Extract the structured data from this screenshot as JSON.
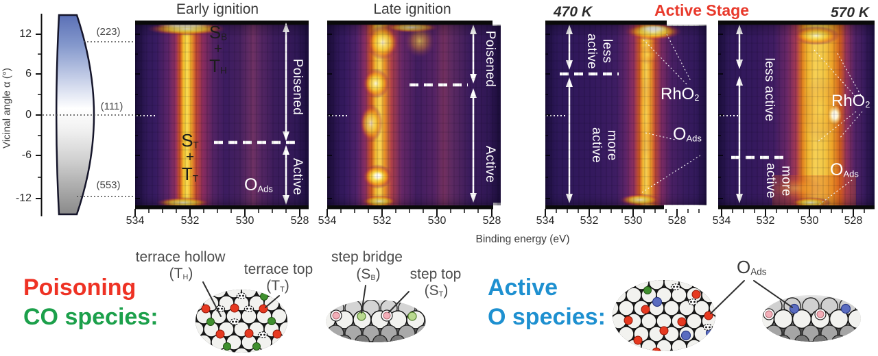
{
  "figure": {
    "ylabel": "Vicinal angle α (°)",
    "yticks": [
      "12",
      "6",
      "0",
      "-6",
      "-12"
    ],
    "planes": [
      "(223)",
      "(111)",
      "(553)"
    ],
    "xlabel": "Binding energy (eV)",
    "xticks": [
      "534",
      "532",
      "530",
      "528"
    ],
    "stage_label": "Active Stage",
    "panels": [
      {
        "title": "Early ignition",
        "top_region": "Poisened",
        "bottom_region": "Active",
        "species_top": {
          "a": "S",
          "a_sub": "B",
          "plus": "+",
          "b": "T",
          "b_sub": "H"
        },
        "species_bottom": {
          "a": "S",
          "a_sub": "T",
          "plus": "+",
          "b": "T",
          "b_sub": "T"
        },
        "oads": {
          "main": "O",
          "sub": "Ads"
        }
      },
      {
        "title": "Late ignition",
        "top_region": "Poisened",
        "bottom_region": "Active"
      },
      {
        "title": "470 K",
        "top_region": "less\nactive",
        "bottom_region": "more\nactive",
        "rho2": {
          "main": "RhO",
          "sub": "2"
        },
        "oads": {
          "main": "O",
          "sub": "Ads"
        }
      },
      {
        "title": "570 K",
        "top_region": "less active",
        "bottom_region": "more\nactive",
        "rho2": {
          "main": "RhO",
          "sub": "2"
        },
        "oads": {
          "main": "O",
          "sub": "Ads"
        }
      }
    ]
  },
  "legend": {
    "poisoning_line1": "Poisoning",
    "poisoning_line2": "CO species:",
    "active_line1": "Active",
    "active_line2": "O species:",
    "sites": {
      "terrace_hollow": {
        "label": "terrace hollow",
        "pre": "(T",
        "sub": "H",
        "post": ")"
      },
      "terrace_top": {
        "label": "terrace top",
        "pre": "(T",
        "sub": "T",
        "post": ")"
      },
      "step_bridge": {
        "label": "step bridge",
        "pre": "(S",
        "sub": "B",
        "post": ")"
      },
      "step_top": {
        "label": "step top",
        "pre": "(S",
        "sub": "T",
        "post": ")"
      },
      "oads": {
        "main": "O",
        "sub": "Ads"
      }
    }
  },
  "colors": {
    "stage_red": "#e8392b",
    "poisoning_red": "#ee3224",
    "co_green": "#1ca04b",
    "active_blue": "#1e90d0",
    "heat_band_yellow": "#f6d055",
    "heat_bg_purple": "#33195c"
  }
}
